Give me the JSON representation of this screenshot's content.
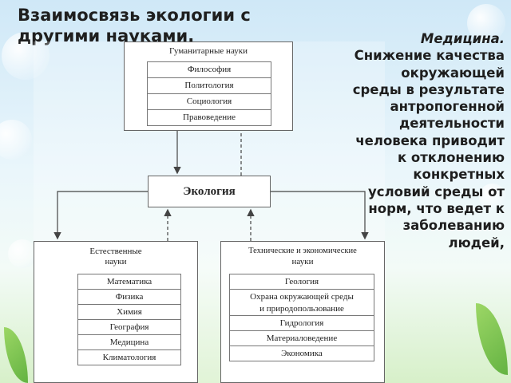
{
  "slide": {
    "title": "Взаимосвязь экологии с другими науками."
  },
  "diagram": {
    "humanities": {
      "heading": "Гуманитарные науки",
      "items": [
        "Философия",
        "Политология",
        "Социология",
        "Правоведение"
      ]
    },
    "center": "Экология",
    "natural": {
      "heading_line1": "Естественные",
      "heading_line2": "науки",
      "items": [
        "Математика",
        "Физика",
        "Химия",
        "География",
        "Медицина",
        "Климатология"
      ]
    },
    "technical": {
      "heading_line1": "Технические и экономические",
      "heading_line2": "науки",
      "items": [
        "Геология",
        "Охрана окружающей среды",
        "и природопользование",
        "Гидрология",
        "Материаловедение",
        "Экономика"
      ]
    }
  },
  "text": {
    "lead": "Медицина.",
    "body": "Снижение качества окружающей среды в результате антропогенной деятельности человека приводит к отклонению конкретных условий среды от норм, что ведет к заболеванию людей,"
  }
}
